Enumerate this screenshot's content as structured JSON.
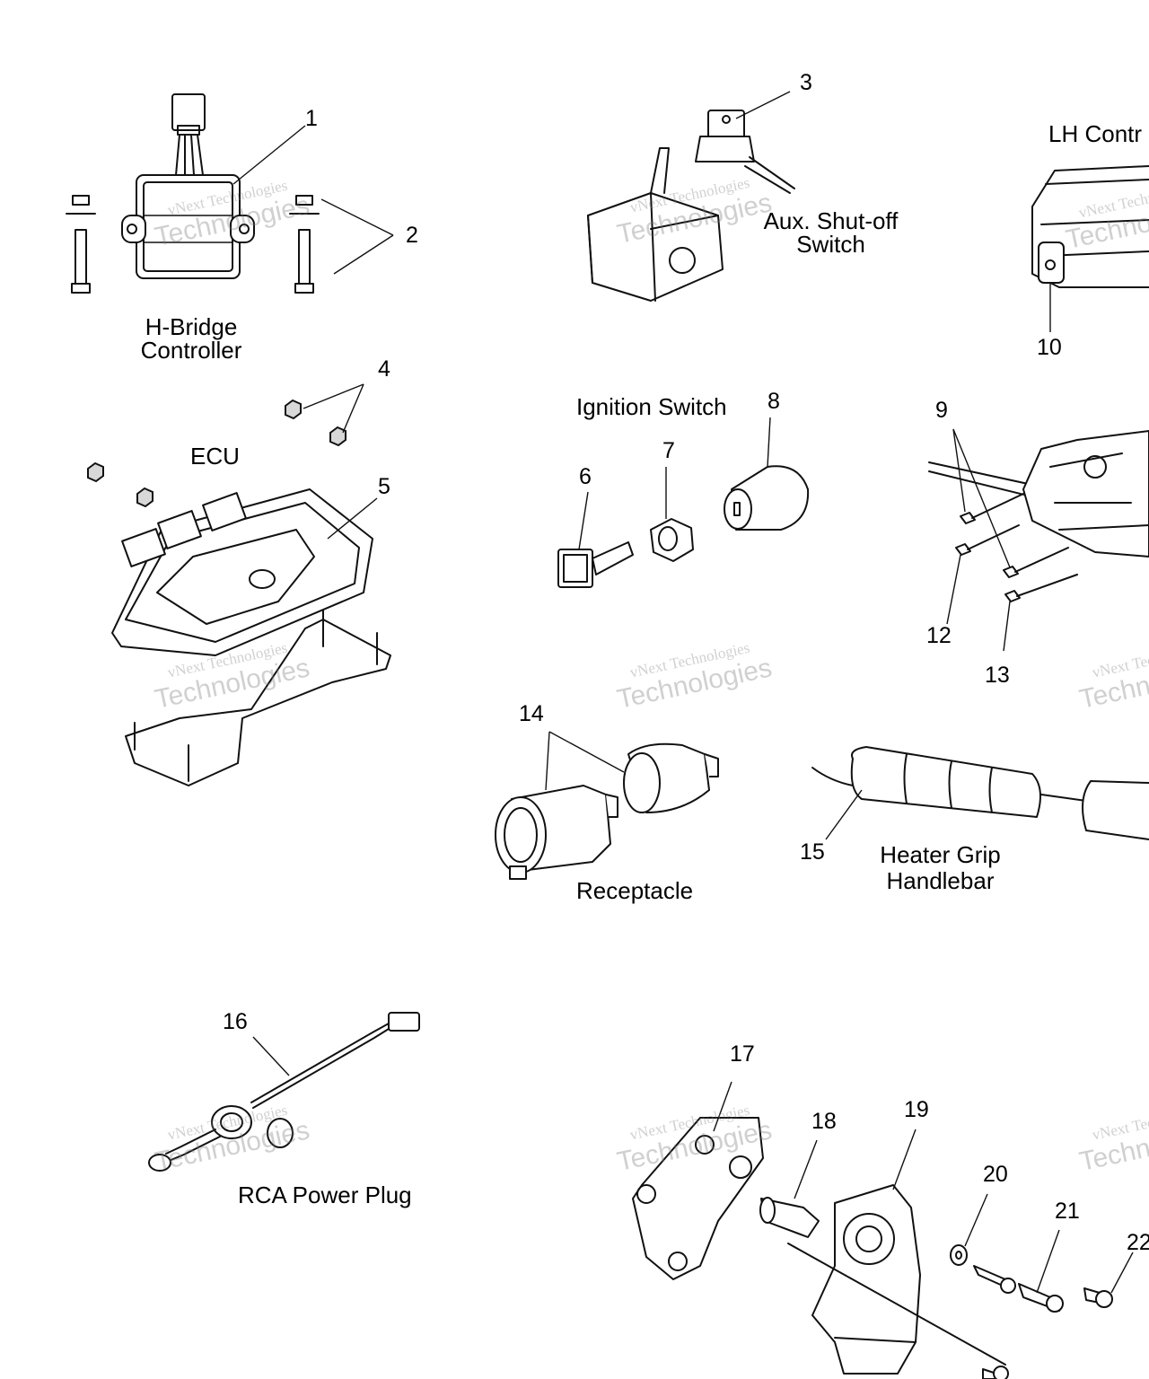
{
  "callouts": [
    "1",
    "2",
    "3",
    "4",
    "5",
    "6",
    "7",
    "8",
    "9",
    "10",
    "12",
    "13",
    "14",
    "15",
    "16",
    "17",
    "18",
    "19",
    "20",
    "21",
    "22"
  ],
  "captions": {
    "h_bridge": "H-Bridge\nController",
    "aux_switch": "Aux. Shut-off\nSwitch",
    "lh_control": "LH Contr",
    "ignition": "Ignition Switch",
    "ecu": "ECU",
    "receptacle": "Receptacle",
    "heater_grip": "Heater Grip\nHandlebar",
    "rca_plug": "RCA Power Plug"
  },
  "watermark": {
    "line1": "vNext Technologies",
    "line2": "Technologies"
  }
}
